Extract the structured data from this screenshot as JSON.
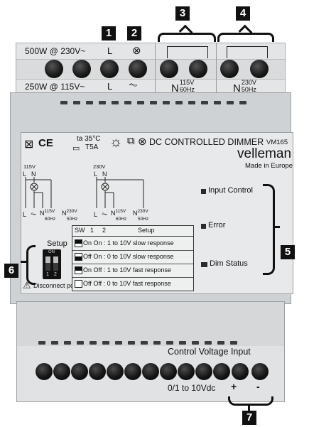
{
  "callouts": {
    "n1": "1",
    "n2": "2",
    "n3": "3",
    "n4": "4",
    "n5": "5",
    "n6": "6",
    "n7": "7"
  },
  "top_terminals": {
    "row1_left": "500W @ 230V~",
    "row1_L": "L",
    "row2_left": "250W @ 115V~",
    "row2_L": "L",
    "n_label_a": "N",
    "n_sup_a": "115V",
    "n_sub_a": "60Hz",
    "n_label_b": "N",
    "n_sup_b": "230V",
    "n_sub_b": "50Hz"
  },
  "header": {
    "temp": "ta 35°C",
    "fuse": "T5A",
    "title": "DC CONTROLLED DIMMER",
    "model": "VM165",
    "brand": "velleman",
    "origin": "Made in Europe"
  },
  "wiring": {
    "v115": "115V",
    "v230": "230V",
    "L": "L",
    "N": "N",
    "bottom_L": "L",
    "bottom_N": "N",
    "sup115": "115V",
    "sub60": "60Hz",
    "sup230": "230V",
    "sub50": "50Hz"
  },
  "indicators": {
    "input_control": "Input Control",
    "error": "Error",
    "dim_status": "Dim Status"
  },
  "setup": {
    "label": "Setup",
    "on_label": "ON",
    "dip1": "1",
    "dip2": "2",
    "table_headers": [
      "SW",
      "1",
      "2",
      "Setup"
    ],
    "rows": [
      "On On : 1 to 10V slow response",
      "Off On : 0 to 10V slow response",
      "On Off : 1 to 10V fast response",
      "Off Off : 0 to 10V fast response"
    ],
    "warning": "Disconnect power before servicing"
  },
  "bottom_terminals": {
    "title": "Control Voltage Input",
    "range": "0/1 to 10Vdc",
    "plus": "+",
    "minus": "-"
  }
}
